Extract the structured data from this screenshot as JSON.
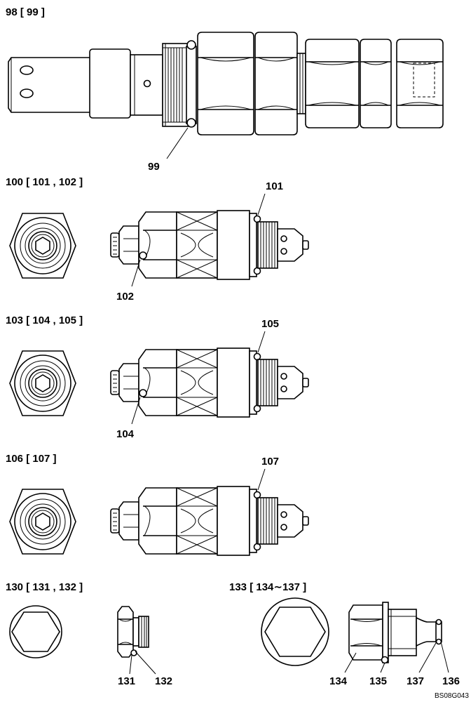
{
  "groups": {
    "g98": {
      "title": "98 [ 99 ]",
      "callouts": [
        "99"
      ]
    },
    "g100": {
      "title": "100 [ 101 , 102 ]",
      "callouts": [
        "101",
        "102"
      ]
    },
    "g103": {
      "title": "103 [ 104 , 105 ]",
      "callouts": [
        "105",
        "104"
      ]
    },
    "g106": {
      "title": "106 [ 107 ]",
      "callouts": [
        "107"
      ]
    },
    "g130": {
      "title": "130 [ 131 , 132 ]",
      "callouts": [
        "131",
        "132"
      ]
    },
    "g133": {
      "title": "133 [ 134∼137 ]",
      "callouts": [
        "134",
        "135",
        "137",
        "136"
      ]
    }
  },
  "figure_code": "BS08G043"
}
